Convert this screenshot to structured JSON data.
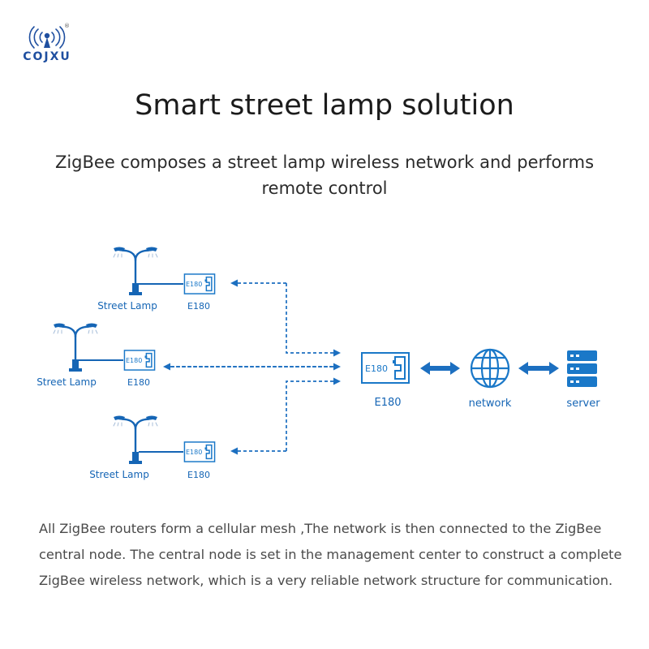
{
  "brand": {
    "name": "COJXU",
    "registered_mark": "®"
  },
  "page": {
    "title": "Smart street lamp solution",
    "subtitle": "ZigBee composes a street lamp wireless network and performs remote control"
  },
  "diagram": {
    "lamp_units": [
      {
        "lamp_label": "Street Lamp",
        "module_label": "E180",
        "module_chip_text": "E180"
      },
      {
        "lamp_label": "Street Lamp",
        "module_label": "E180",
        "module_chip_text": "E180"
      },
      {
        "lamp_label": "Street Lamp",
        "module_label": "E180",
        "module_chip_text": "E180"
      }
    ],
    "central_node": {
      "label": "E180",
      "chip_text": "E180"
    },
    "network": {
      "label": "network"
    },
    "server": {
      "label": "server"
    },
    "colors": {
      "primary_blue": "#1a78c8",
      "lamp_blue": "#1565b5",
      "arrow_blue": "#1c6fc0"
    }
  },
  "description": "All ZigBee routers form a cellular mesh ,The network is then connected to the ZigBee central node. The central node is set in the management center to construct a complete ZigBee wireless network, which is a very reliable network structure for communication."
}
